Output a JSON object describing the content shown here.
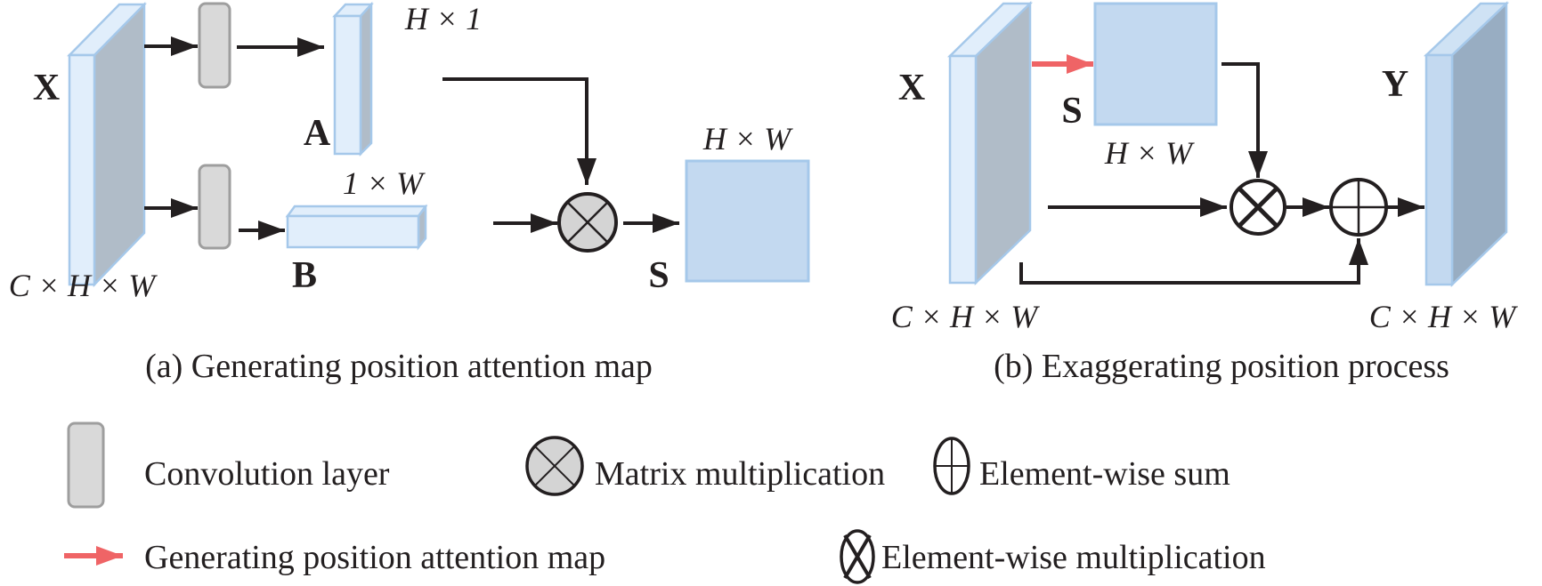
{
  "colors": {
    "tensor_front_light": "#e1eefb",
    "tensor_side_gray": "#b0bcc8",
    "tensor_stroke": "#a5c8ea",
    "map_fill": "#c3d9f0",
    "output_front": "#c3d9f0",
    "output_side": "#98adc2",
    "conv_fill": "#d9d9d9",
    "conv_stroke": "#9e9e9e",
    "arrow_black": "#231f20",
    "arrow_red": "#ef6466",
    "matmul_fill": "#d4d4d4"
  },
  "panel_a": {
    "caption": "(a) Generating position attention map",
    "input_label": "X",
    "input_dims": "C × H × W",
    "a_label": "A",
    "a_dims": "H × 1",
    "b_label": "B",
    "b_dims": "1 × W",
    "s_label": "S",
    "s_dims": "H × W"
  },
  "panel_b": {
    "caption": "(b) Exaggerating position process",
    "input_label": "X",
    "input_dims": "C × H × W",
    "s_label": "S",
    "s_dims": "H × W",
    "output_label": "Y",
    "output_dims": "C × H × W"
  },
  "legend": {
    "items": [
      {
        "icon": "convolution-layer-icon",
        "label": "Convolution layer"
      },
      {
        "icon": "matrix-multiplication-icon",
        "label": "Matrix multiplication"
      },
      {
        "icon": "element-wise-sum-icon",
        "label": "Element-wise sum"
      },
      {
        "icon": "red-arrow-icon",
        "label": "Generating position attention map"
      },
      {
        "icon": "element-wise-multiplication-icon",
        "label": "Element-wise multiplication"
      }
    ]
  }
}
